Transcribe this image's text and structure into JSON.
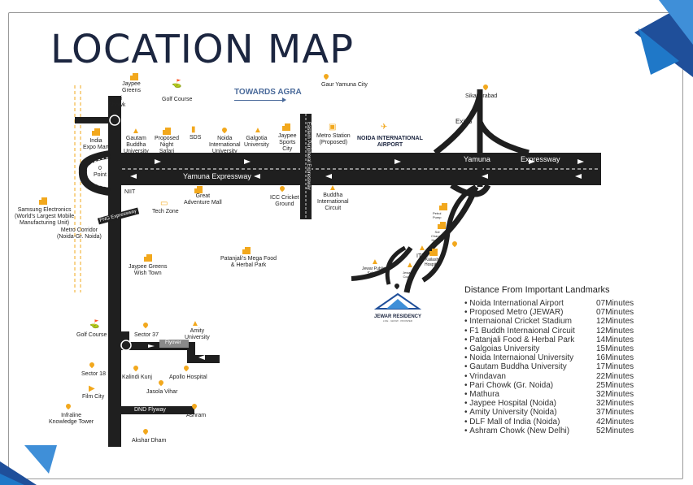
{
  "title": "LOCATION MAP",
  "colors": {
    "road": "#1f1f1f",
    "accent_yellow": "#f2a81d",
    "corner_blue": "#1f78c8",
    "title": "#1c2640"
  },
  "towards": "TOWARDS AGRA",
  "roads": {
    "yamuna_lower": "Yamuna Expressway",
    "yamuna_upper_1": "Yamuna",
    "yamuna_upper_2": "Expressway",
    "eastern_peripheral": "Eastern Peripheral Expressway",
    "fng": "FNG Expressway",
    "flyover": "Flyover",
    "dnd": "DND Flyway"
  },
  "places": {
    "jaypee_greens": "Jaypee\nGreens",
    "golf_course_top": "Golf Course",
    "gaur_yamuna": "Gaur Yamuna City",
    "sikandrabad": "Sikandrabad",
    "pari_chowk": "Pari\nChowk",
    "exit3": "Exit-3",
    "india_expo": "India\nExpo Mart",
    "gautam_buddha": "Gautam\nBuddha\nUniversity",
    "night_safari": "Proposed\nNight\nSafari",
    "sds": "SDS",
    "noida_intl_univ": "Noida\nInternational\nUniversity",
    "galgotia": "Galgotia\nUniversity",
    "jaypee_sports": "Jaypee\nSports\nCity",
    "metro_station": "Metro Station\n(Proposed)",
    "airport": "NOIDA INTERNATIONAL\nAIRPORT",
    "zero_point": "0\nPoint",
    "niit": "NIIT",
    "great_adventure": "Great\nAdventure Mall",
    "icc": "ICC Cricket\nGround",
    "buddha_circuit": "Buddha\nInternational\nCircuit",
    "tech_zone": "Tech Zone",
    "samsung": "Samsung Electronics\n(World's Largest Mobile\nManufacturing Unit)",
    "metro_corridor": "Metro Corridor\n(Noida-Gr. Noida)",
    "petrol_pump": "Petrol\nPump",
    "sdr_hospital": "Sdr\nChandra\nHospital",
    "iti": "ITI",
    "kailash": "Kailash\nHospital",
    "jewar_school": "Jewar Public\nSchool",
    "jewar_court": "Jewar\nCourt",
    "patanjali": "Patanjali's Mega Food\n& Herbal Park",
    "jaypee_wish": "Jaypee Greens\nWish Town",
    "golf_course_bottom": "Golf Course",
    "sector37": "Sector 37",
    "amity": "Amity\nUniversity",
    "sector18": "Sector 18",
    "kalindi": "Kalindi Kunj",
    "apollo": "Apollo Hospital",
    "jasola": "Jasola Vihar",
    "film_city": "Film City",
    "infraline": "Infraline\nKnowledge Tower",
    "ashram": "Ashram",
    "akshar": "Akshar Dham"
  },
  "logo": {
    "name": "JEWAR RESIDENCY",
    "tagline": "LIVE · GROW · PROSPER"
  },
  "distances": {
    "title": "Distance From Important Landmarks",
    "rows": [
      {
        "place": "Noida International Airport",
        "time": "07Minutes"
      },
      {
        "place": "Proposed Metro (JEWAR)",
        "time": "07Minutes"
      },
      {
        "place": "Internaional Cricket Stadium",
        "time": "12Minutes"
      },
      {
        "place": "F1 Buddh Internaional Circuit",
        "time": "12Minutes"
      },
      {
        "place": "Patanjali Food & Herbal Park",
        "time": "14Minutes"
      },
      {
        "place": "Galgoias University",
        "time": "15Minutes"
      },
      {
        "place": "Noida Internaional University",
        "time": "16Minutes"
      },
      {
        "place": "Gautam Buddha University",
        "time": "17Minutes"
      },
      {
        "place": "Vrindavan",
        "time": "22Minutes"
      },
      {
        "place": "Pari Chowk (Gr. Noida)",
        "time": "25Minutes"
      },
      {
        "place": "Mathura",
        "time": "32Minutes"
      },
      {
        "place": "Jaypee Hospital (Noida)",
        "time": "32Minutes"
      },
      {
        "place": "Amity University (Noida)",
        "time": "37Minutes"
      },
      {
        "place": "DLF Mall of India (Noida)",
        "time": "42Minutes"
      },
      {
        "place": "Ashram Chowk (New Delhi)",
        "time": "52Minutes"
      }
    ]
  }
}
